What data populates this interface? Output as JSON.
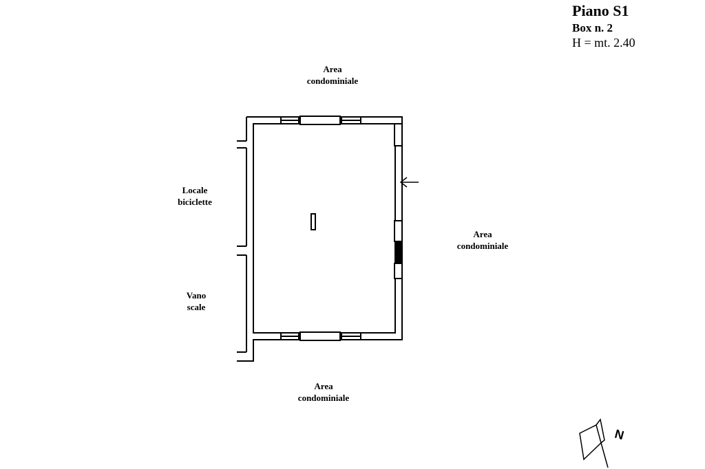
{
  "header": {
    "floor": "Piano  S1",
    "unit": "Box  n.  2",
    "height": "H  =  mt.  2.40"
  },
  "labels": {
    "area_top": [
      "Area",
      "condominiale"
    ],
    "area_right": [
      "Area",
      "condominiale"
    ],
    "area_bottom": [
      "Area",
      "condominiale"
    ],
    "locale_biciclette": [
      "Locale",
      "biciclette"
    ],
    "vano_scale": [
      "Vano",
      "scale"
    ]
  },
  "north": {
    "letter": "N"
  }
}
